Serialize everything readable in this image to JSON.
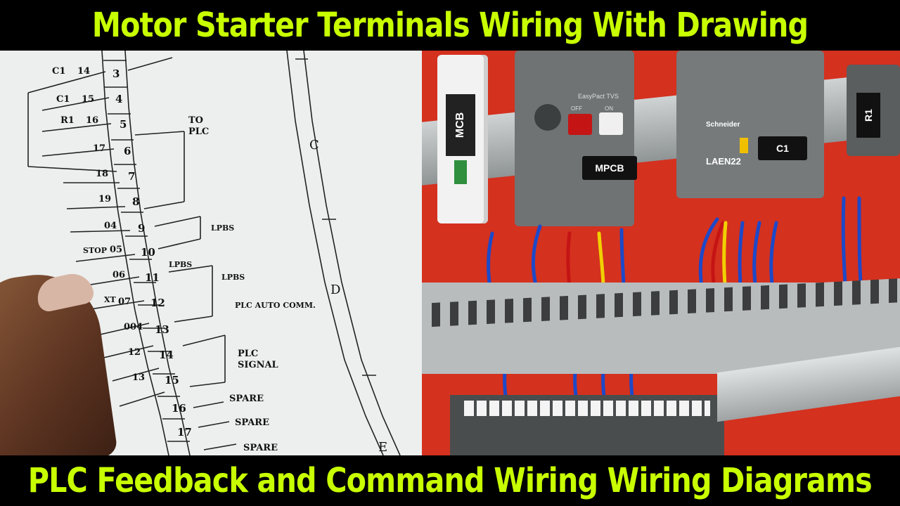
{
  "title_top": "Motor Starter Terminals Wiring With Drawing",
  "title_bottom": "PLC Feedback and Command Wiring Wiring Diagrams",
  "drawing": {
    "contacts": [
      {
        "name": "C1",
        "num": "14"
      },
      {
        "name": "C1",
        "num": "15"
      },
      {
        "name": "R1",
        "num": "16"
      }
    ],
    "row_rows": [
      {
        "left": "17",
        "right": "6"
      },
      {
        "left": "18",
        "right": "7"
      },
      {
        "left": "19",
        "right": "8"
      },
      {
        "left": "04",
        "right": "9"
      },
      {
        "left": "05",
        "right": "10"
      },
      {
        "left": "06",
        "right": "11"
      },
      {
        "left": "07",
        "right": "12"
      },
      {
        "left": "004",
        "right": "13"
      },
      {
        "left": "12",
        "right": "14"
      },
      {
        "left": "13",
        "right": "15"
      }
    ],
    "top_terminals": [
      "3",
      "4",
      "5"
    ],
    "spare_terminals": [
      "16",
      "17"
    ],
    "to_plc": "TO\nPLC",
    "stop": "STOP",
    "xt": "XT",
    "lpbs_1": "LPBS",
    "lpbs_2": "LPBS",
    "lpbs_3": "LPBS",
    "plc_auto": "PLC AUTO COMM.",
    "plc_signal_1": "PLC",
    "plc_signal_2": "SIGNAL",
    "spare_1": "SPARE",
    "spare_2": "SPARE",
    "spare_3": "SPARE",
    "section_c": "C",
    "section_d": "D",
    "section_e": "E"
  },
  "panel": {
    "mcb_label": "MCB",
    "mpcb_label": "MPCB",
    "mpcb_brand": "EasyPact TVS",
    "mpcb_off": "OFF",
    "mpcb_on": "ON",
    "contactor_brand": "Schneider",
    "contactor_model": "LAEN22",
    "contactor_tag": "C1",
    "relay_tag": "R1",
    "colors": {
      "panel_bg": "#d4311f",
      "duct": "#b9bcbd",
      "device": "#6f7374",
      "wire_blue": "#1d49c8",
      "wire_red": "#c51414",
      "wire_yellow": "#f0d000"
    }
  }
}
